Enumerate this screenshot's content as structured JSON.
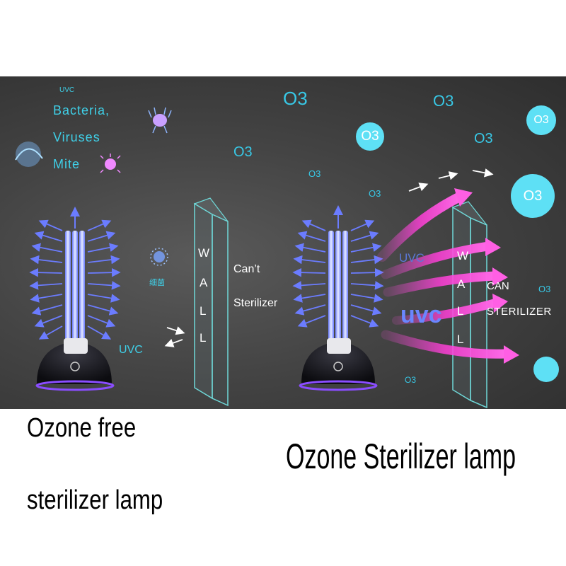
{
  "left_panel": {
    "uvc_small": "UVC",
    "bacteria": "Bacteria,",
    "viruses": "Viruses",
    "mite": "Mite",
    "microbe_label": "细菌",
    "uvc_bottom": "UVC",
    "wall": [
      "W",
      "A",
      "L",
      "L"
    ],
    "cant_line1": "Can’t",
    "cant_line2": "Sterilizer"
  },
  "right_panel": {
    "uvc_upper": "UVC",
    "uvc_big": "uvc",
    "wall": [
      "W",
      "A",
      "L",
      "L"
    ],
    "can_line1": "CAN",
    "can_line2": "STERILIZER"
  },
  "ozone_labels": {
    "o3_a": "O3",
    "o3_b": "O3",
    "o3_c": "O3",
    "o3_d": "O3",
    "o3_e": "O3",
    "o3_f": "O3",
    "o3_g": "O3",
    "o3_h": "O3",
    "bubble_1": "O3",
    "bubble_2": "O3",
    "bubble_3": "O3"
  },
  "captions": {
    "left_line1": "Ozone free",
    "left_line2": "sterilizer lamp",
    "right": "Ozone Sterilizer lamp"
  },
  "colors": {
    "panel_bg": "#444444",
    "cyan": "#38c8e6",
    "uv_blue": "#5a6cf5",
    "magenta": "#ff3fd8"
  }
}
